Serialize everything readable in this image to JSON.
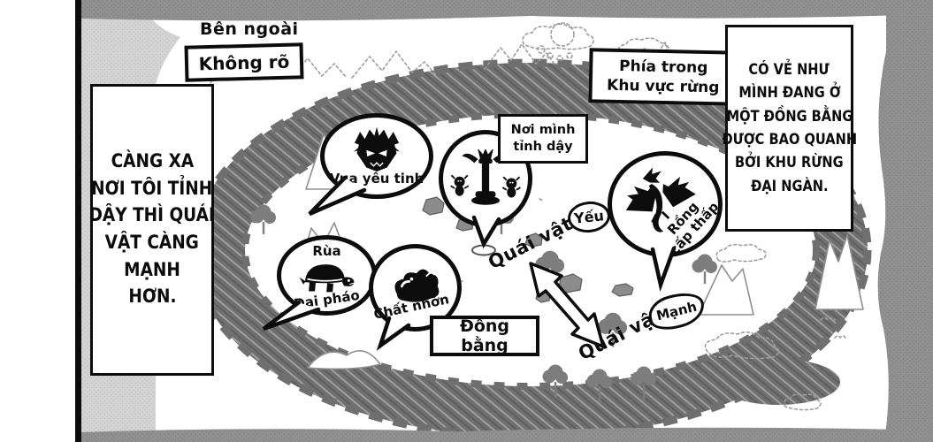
{
  "outside_label": "Bên ngoài",
  "unknown_box": "Không rõ",
  "inner_box": {
    "line1": "Phía trong",
    "line2": "Khu vực rừng"
  },
  "wake_box": {
    "line1": "Nơi mình",
    "line2": "tỉnh dậy"
  },
  "plain_box": "Đồng bằng",
  "left_monologue": {
    "lines": [
      "CÀNG XA",
      "NƠI TÔI TỈNH",
      "DẬY THÌ QUÁI",
      "VẬT CÀNG",
      "MẠNH",
      "HƠN."
    ]
  },
  "right_monologue": {
    "lines": [
      "CÓ VẺ NHƯ",
      "MÌNH ĐANG Ở",
      "MỘT ĐỒNG BẰNG",
      "ĐƯỢC BAO QUANH",
      "BỞI KHU RỪNG",
      "ĐẠI NGÀN."
    ]
  },
  "bubbles": {
    "goblin_king": "Vua yêu tinh",
    "turtle_line1": "Rùa",
    "turtle_line2": "Đại pháo",
    "slime": "Chất nhờn",
    "dragon_line1": "Rồng",
    "dragon_line2": "cấp thấp"
  },
  "gradient": {
    "monster_upper": "Quái vật",
    "monster_lower": "Quái vật",
    "weak": "Yếu",
    "strong": "Mạnh"
  },
  "icons": {
    "goblin_king": "goblin-king-icon",
    "wake_pillar": "pillar-goblins-icon",
    "turtle": "cannon-turtle-icon",
    "slime": "slime-icon",
    "dragon": "low-dragon-icon"
  },
  "colors": {
    "ink": "#0c0c0c",
    "tone_light": "#d4d4d4",
    "tone_mid": "#919191",
    "forest": "#6f6f6f"
  }
}
